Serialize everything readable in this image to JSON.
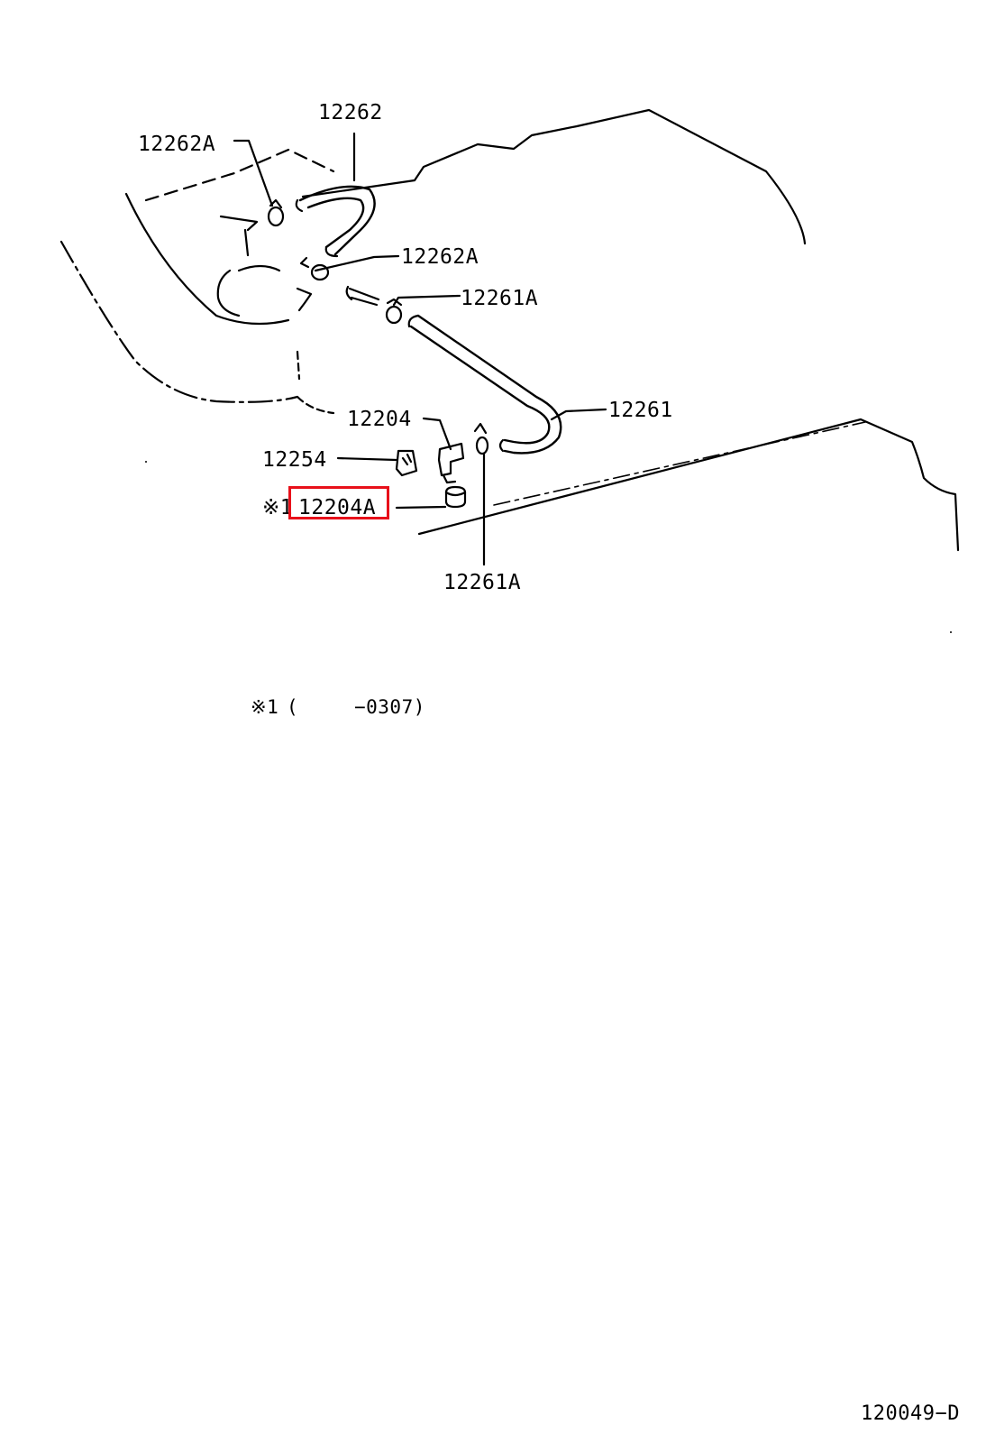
{
  "diagram": {
    "parts": {
      "hose_upper": "12262",
      "clamp_upper_left": "12262A",
      "clamp_upper_right": "12262A",
      "clamp_right": "12261A",
      "hose_lower": "12261",
      "pcv_valve": "12204",
      "pcv_cap": "12254",
      "grommet_prefix": "※1",
      "grommet": "12204A",
      "clamp_lower": "12261A"
    },
    "selected_part": "12204A",
    "highlight_color": "#e8101a",
    "footnote": {
      "mark": "※1",
      "open_paren": "(",
      "range": "−0307)"
    },
    "figure_code": "120049−D"
  }
}
